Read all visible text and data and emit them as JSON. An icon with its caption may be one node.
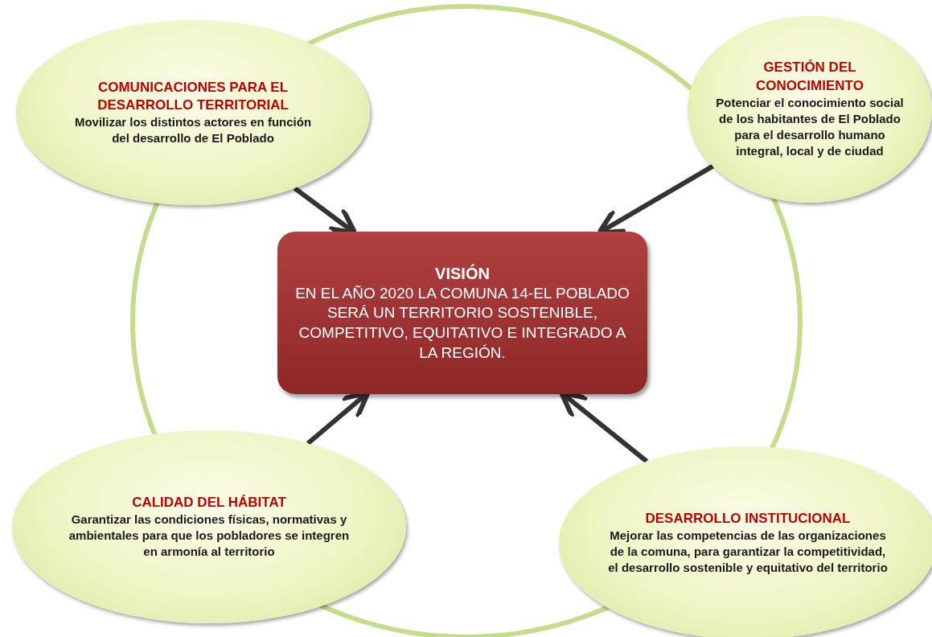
{
  "diagram": {
    "nodes": [
      {
        "text": [
          "COMUNICACIONES PARA EL DESARROLLO TERRITORIAL",
          "Movilizar los distintos actores en función del desarrollo de El Poblado"
        ]
      },
      {
        "text": [
          "GESTIÓN DEL CONOCIMIENTO",
          "Potenciar el conocimiento social de los habitantes de El Poblado para el desarrollo humano integral, local y de ciudad"
        ]
      },
      {
        "text": [
          "VISIÓN",
          "EN EL AÑO 2020 LA COMUNA 14-EL POBLADO SERÁ UN TERRITORIO SOSTENIBLE, COMPETITIVO, EQUITATIVO E INTEGRADO A LA REGIÓN."
        ]
      },
      {
        "text": [
          "CALIDAD DEL HÁBITAT",
          "Garantizar las condiciones físicas, normativas y ambientales para que los pobladores se integren en armonía al territorio"
        ]
      },
      {
        "text": [
          "DESARROLLO INSTITUCIONAL",
          "Mejorar las competencias de las organizaciones de la comuna, para garantizar la competitividad, el desarrollo sostenible y equitativo del territorio"
        ]
      }
    ],
    "edges": [
      {
        "from": 0,
        "to": 2,
        "arrow": "to"
      },
      {
        "from": 1,
        "to": 2,
        "arrow": "to"
      },
      {
        "from": 3,
        "to": 2,
        "arrow": "to"
      },
      {
        "from": 4,
        "to": 2,
        "arrow": "to"
      }
    ]
  }
}
